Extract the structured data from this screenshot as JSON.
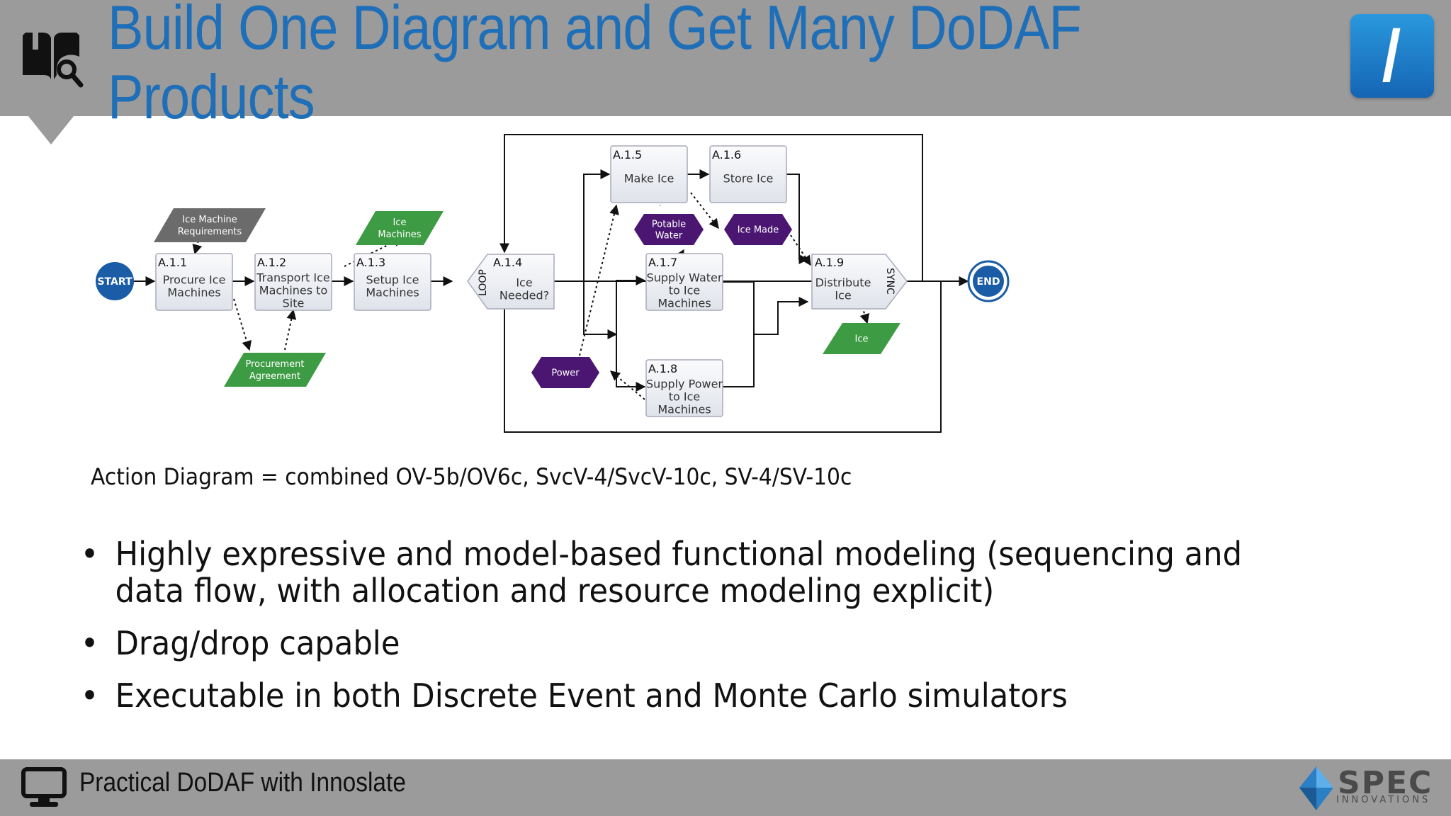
{
  "slide": {
    "title": "Build One Diagram and Get Many DoDAF Products",
    "caption": "Action Diagram = combined OV-5b/OV6c, SvcV-4/SvcV-10c, SV-4/SV-10c",
    "bullets": [
      "Highly expressive and model-based functional modeling (sequencing and data flow, with allocation and resource modeling explicit)",
      "Drag/drop capable",
      "Executable in both Discrete Event and Monte Carlo simulators"
    ],
    "footer_text": "Practical DoDAF with Innoslate",
    "logo_letter": "I"
  },
  "brand": {
    "name": "SPEC",
    "sub": "INNOVATIONS",
    "title_color": "#1f6fb8",
    "header_color": "#9b9b9b"
  },
  "diagram": {
    "start": "START",
    "end": "END",
    "loop_label": "LOOP",
    "sync_label": "SYNC",
    "actions": [
      {
        "id": "A.1.1",
        "lines": [
          "Procure Ice",
          "Machines"
        ]
      },
      {
        "id": "A.1.2",
        "lines": [
          "Transport Ice",
          "Machines to",
          "Site"
        ]
      },
      {
        "id": "A.1.3",
        "lines": [
          "Setup Ice",
          "Machines"
        ]
      },
      {
        "id": "A.1.4",
        "lines": [
          "Ice",
          "Needed?"
        ]
      },
      {
        "id": "A.1.5",
        "lines": [
          "Make Ice"
        ]
      },
      {
        "id": "A.1.6",
        "lines": [
          "Store Ice"
        ]
      },
      {
        "id": "A.1.7",
        "lines": [
          "Supply Water",
          "to Ice",
          "Machines"
        ]
      },
      {
        "id": "A.1.8",
        "lines": [
          "Supply Power",
          "to Ice",
          "Machines"
        ]
      },
      {
        "id": "A.1.9",
        "lines": [
          "Distribute",
          "Ice"
        ]
      }
    ],
    "io_items": [
      {
        "lines": [
          "Ice Machine",
          "Requirements"
        ],
        "color": "#6b6b6b"
      },
      {
        "lines": [
          "Ice",
          "Machines"
        ],
        "color": "#3d9b43"
      },
      {
        "lines": [
          "Procurement",
          "Agreement"
        ],
        "color": "#3d9b43"
      },
      {
        "lines": [
          "Ice"
        ],
        "color": "#3d9b43"
      }
    ],
    "resources": [
      {
        "lines": [
          "Potable",
          "Water"
        ],
        "color": "#4b1672"
      },
      {
        "lines": [
          "Ice Made"
        ],
        "color": "#4b1672"
      },
      {
        "lines": [
          "Power"
        ],
        "color": "#4b1672"
      }
    ]
  }
}
